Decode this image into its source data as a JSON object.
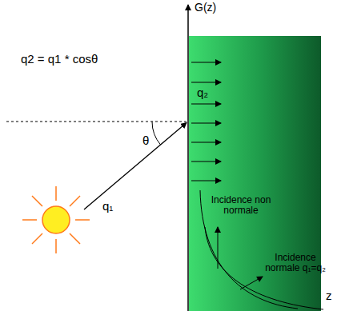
{
  "diagram": {
    "labels": [
      "G(z)",
      "q2 = q1 * cosθ",
      "θ",
      "q₁",
      "q₂",
      "Incidence non normale",
      "Incidence normale q₁=q₂",
      "z"
    ]
  }
}
